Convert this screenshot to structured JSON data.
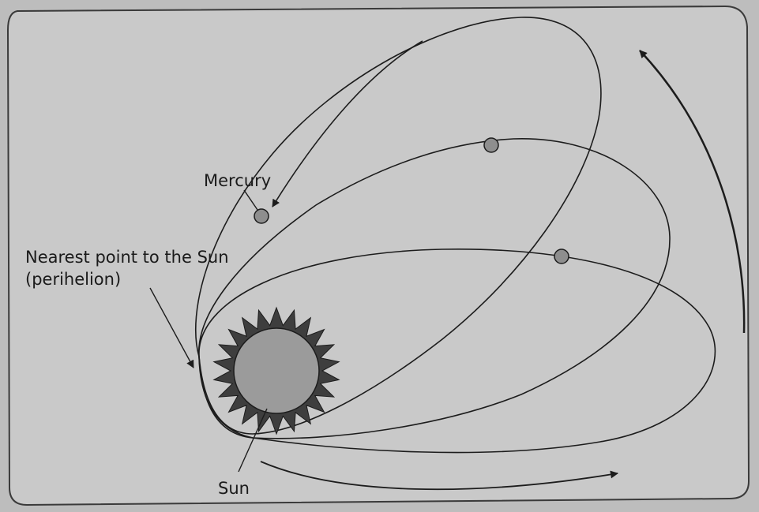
{
  "labels": {
    "mercury": "Mercury",
    "perihelion_line1": "Nearest point to the Sun",
    "perihelion_line2": "(perihelion)",
    "sun": "Sun"
  },
  "colors": {
    "paper": "#c9c9c9",
    "background": "#bdbdbd",
    "line": "#1c1c1c",
    "sun_core": "#9b9b9b",
    "sun_rays": "#3e3e3e",
    "planet": "#8e8e8e"
  }
}
